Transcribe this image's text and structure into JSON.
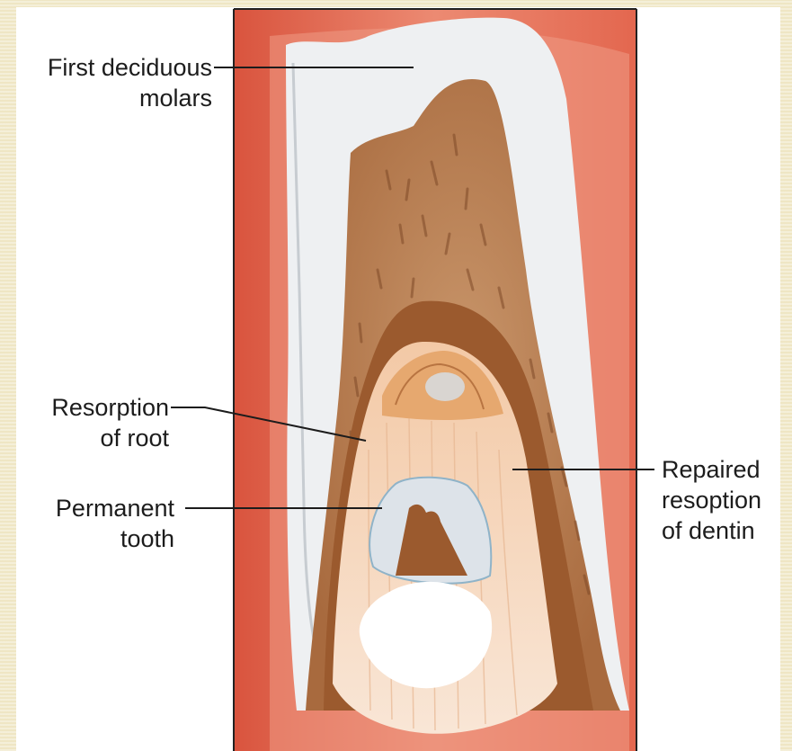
{
  "labels": {
    "first_deciduous_molars": [
      "First deciduous",
      "molars"
    ],
    "resorption_of_root": [
      "Resorption",
      "of root"
    ],
    "permanent_tooth": [
      "Permanent",
      "tooth"
    ],
    "repaired_resoption_of_dentin": [
      "Repaired",
      "resoption",
      "of dentin"
    ]
  },
  "colors": {
    "gum": "#e2725b",
    "enamel": "#eceff1",
    "dentin": "#b98359",
    "dentin_dark": "#9a5a30",
    "pulp_crypt": "#f6d9c0",
    "permanent_enamel": "#d9e3ec",
    "background": "#efe6c4"
  }
}
